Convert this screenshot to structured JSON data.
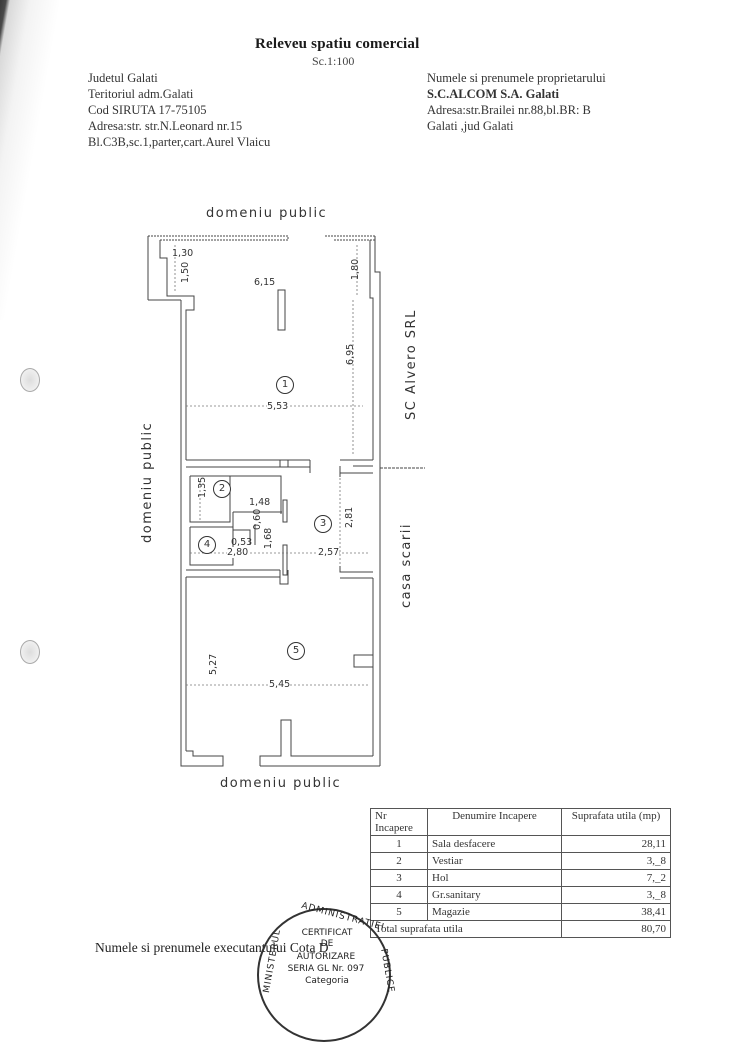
{
  "document": {
    "title": "Releveu spatiu comercial",
    "scale": "Sc.1:100"
  },
  "location": {
    "lines": [
      "Judetul Galati",
      "Teritoriul adm.Galati",
      "Cod SIRUTA 17-75105",
      "Adresa:str.   str.N.Leonard nr.15",
      "Bl.C3B,sc.1,parter,cart.Aurel Vlaicu"
    ]
  },
  "owner": {
    "label": "Numele si prenumele proprietarului",
    "name": "S.C.ALCOM S.A. Galati",
    "address": "Adresa:str.Brailei nr.88,bl.BR: B",
    "city": "Galati ,jud Galati"
  },
  "plan": {
    "labels": {
      "top": "domeniu public",
      "bottom": "domeniu public",
      "left": "domeniu public",
      "right_upper": "SC Alvero SRL",
      "right_lower": "casa scarii"
    },
    "dimensions": {
      "d1_30": "1,30",
      "d1_50": "1,50",
      "d1_80": "1,80",
      "d6_15": "6,15",
      "d6_95": "6,95",
      "d5_53": "5,53",
      "d1_35": "1,35",
      "d1_48": "1,48",
      "d0_60": "0,60",
      "d0_53": "0,53",
      "d1_68": "1,68",
      "d2_80": "2,80",
      "d2_57": "2,57",
      "d2_81": "2,81",
      "d5_27": "5,27",
      "d5_45": "5,45"
    },
    "rooms": [
      "1",
      "2",
      "3",
      "4",
      "5"
    ]
  },
  "table": {
    "headers": {
      "nr": "Nr Incapere",
      "name": "Denumire Incapere",
      "area": "Suprafata utila (mp)"
    },
    "rows": [
      {
        "nr": "1",
        "name": "Sala desfacere",
        "area": "28,11"
      },
      {
        "nr": "2",
        "name": "Vestiar",
        "area": "3,_8"
      },
      {
        "nr": "3",
        "name": "Hol",
        "area": "7,_2"
      },
      {
        "nr": "4",
        "name": "Gr.sanitary",
        "area": "3,_8"
      },
      {
        "nr": "5",
        "name": "Magazie",
        "area": "38,41"
      }
    ],
    "total_label": "Total   suprafata utila",
    "total_value": "80,70"
  },
  "footer": {
    "executor_label": "Numele si prenumele executantului Cota D"
  },
  "stamp": {
    "arc_top": "ADMINISTRATIEI",
    "arc_left": "MINISTERUL",
    "arc_right": "PUBLICE",
    "line1": "CERTIFICAT",
    "line2": "DE",
    "line3": "AUTORIZARE",
    "line4": "SERIA GL Nr. 097",
    "line5": "Categoria"
  }
}
